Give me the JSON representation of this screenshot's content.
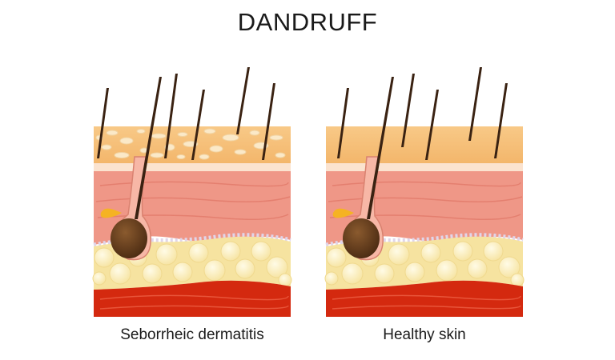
{
  "title": "DANDRUFF",
  "panels": {
    "left": {
      "caption": "Seborrheic dermatitis"
    },
    "right": {
      "caption": "Healthy skin"
    }
  },
  "colors": {
    "epidermis": "#f6c07a",
    "flake": "#fbe9c8",
    "dermis": "#ef9787",
    "dermis_line": "#e47f6f",
    "fat": "#fbf1c0",
    "muscle": "#d4290f",
    "hair": "#3a2212",
    "bulb": "#7a4a22",
    "sebum": "#f5b323"
  }
}
